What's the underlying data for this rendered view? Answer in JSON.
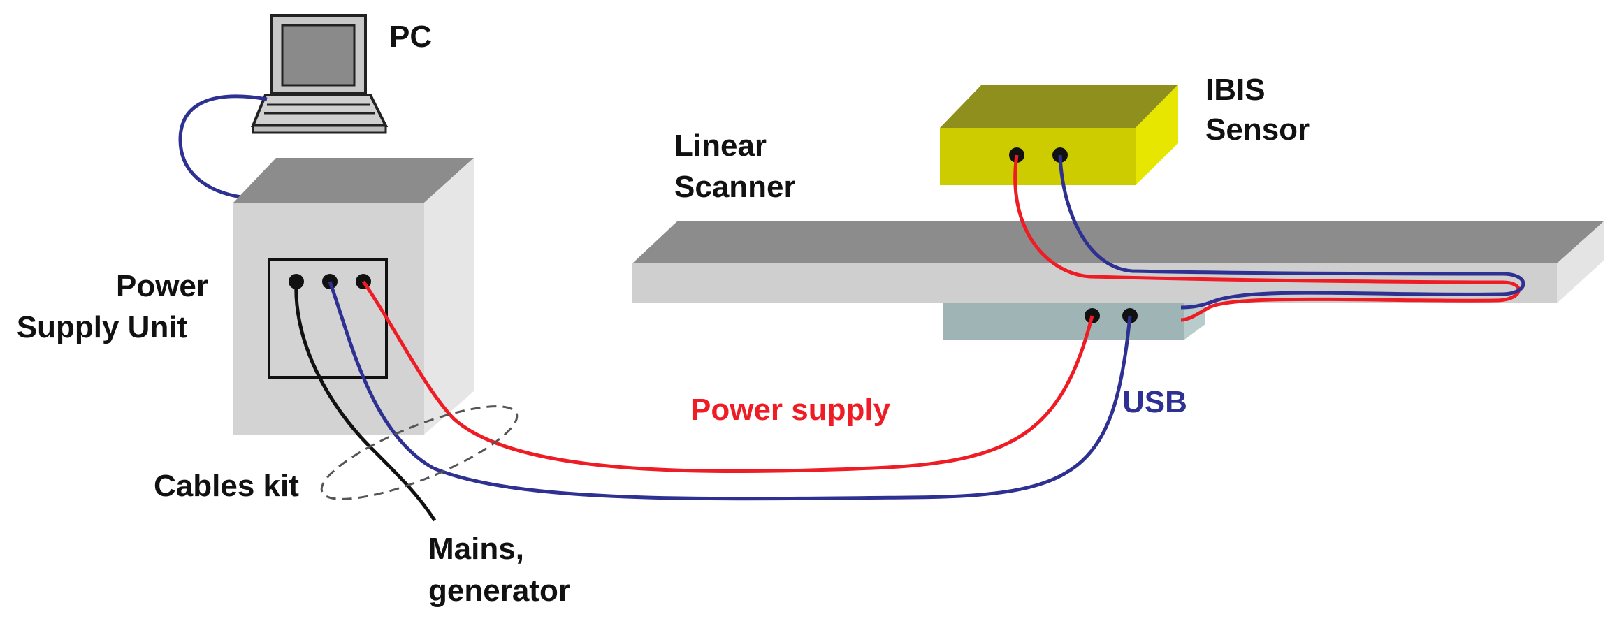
{
  "labels": {
    "pc": "PC",
    "ibis_line1": "IBIS",
    "ibis_line2": "Sensor",
    "scanner_line1": "Linear",
    "scanner_line2": "Scanner",
    "psu_line1": "Power",
    "psu_line2": "Supply Unit",
    "power_supply": "Power supply",
    "usb": "USB",
    "cables_kit": "Cables kit",
    "mains_line1": "Mains,",
    "mains_line2": "generator"
  },
  "colors": {
    "power_cable": "#ee1c24",
    "usb_cable": "#2e3192",
    "mains_cable": "#111111",
    "sensor_box": "#d6d600",
    "scanner_rail": "#c9c9c9",
    "scanner_carriage": "#9fb5b5",
    "psu_box": "#d3d3d3"
  }
}
